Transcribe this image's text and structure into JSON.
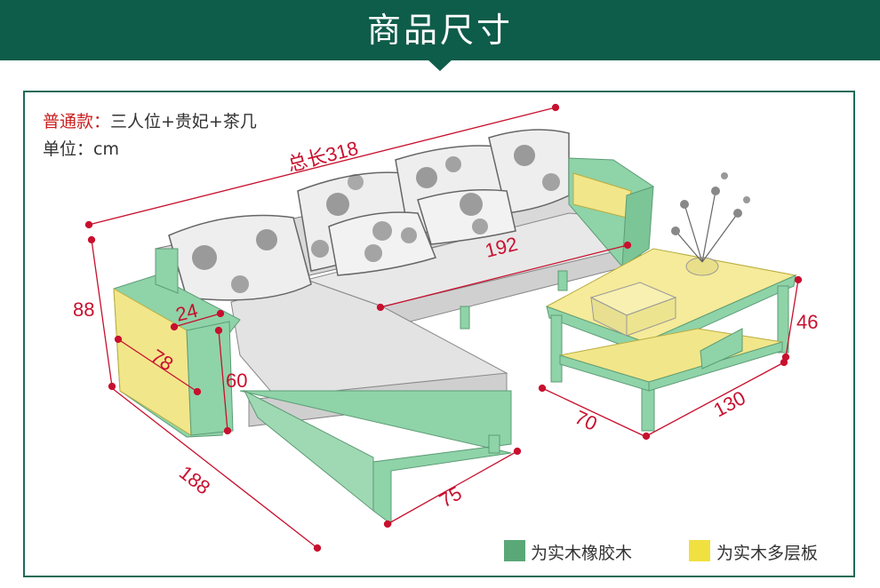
{
  "header": {
    "title": "商品尺寸"
  },
  "info": {
    "model_label": "普通款：",
    "model_value": "三人位+贵妃+茶几",
    "unit_label": "单位：",
    "unit_value": "cm"
  },
  "dimensions": {
    "total_length": "总长318",
    "seat_length": "192",
    "height": "88",
    "armrest_width": "24",
    "armrest_depth": "78",
    "armrest_height": "60",
    "chaise_length": "188",
    "chaise_width": "75",
    "table_height": "46",
    "table_length": "130",
    "table_width": "70"
  },
  "legend": {
    "items": [
      {
        "label": "为实木橡胶木",
        "color": "#5aa877"
      },
      {
        "label": "为实木多层板",
        "color": "#f0e040"
      }
    ]
  },
  "colors": {
    "banner": "#0e5c4a",
    "frame": "#1e6b57",
    "dimension": "#c8102e",
    "wood_frame": "#8fd3a8",
    "plywood": "#f2e68a",
    "cushion": "#e6e6e6"
  }
}
